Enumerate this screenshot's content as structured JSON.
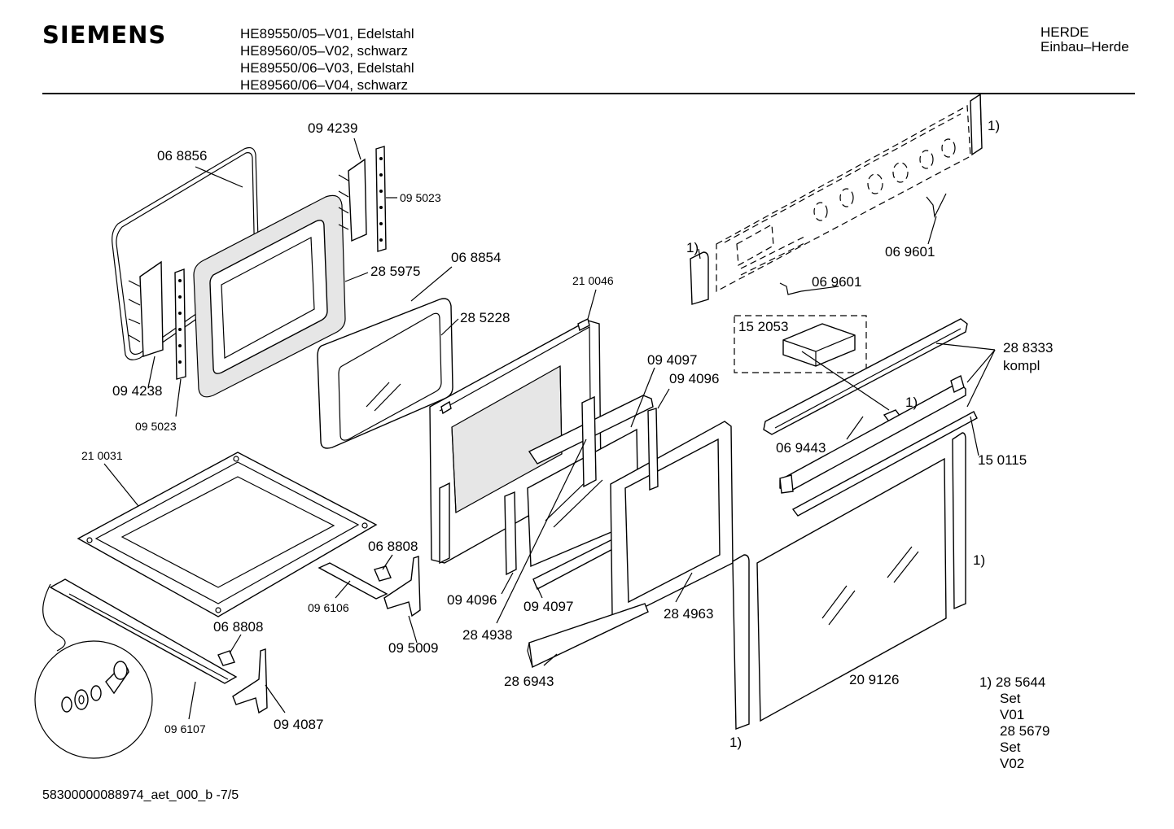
{
  "header": {
    "brand": "SIEMENS",
    "models": [
      "HE89550/05–V01, Edelstahl",
      "HE89560/05–V02, schwarz",
      "HE89550/06–V03, Edelstahl",
      "HE89560/06–V04, schwarz"
    ],
    "category": "HERDE",
    "subcategory": "Einbau–Herde"
  },
  "parts": [
    {
      "id": "p1",
      "label": "06 8856"
    },
    {
      "id": "p2",
      "label": "09 4239"
    },
    {
      "id": "p3",
      "label": "09 5023"
    },
    {
      "id": "p4",
      "label": "28 5975"
    },
    {
      "id": "p5",
      "label": "06 8854"
    },
    {
      "id": "p6",
      "label": "28 5228"
    },
    {
      "id": "p7",
      "label": "21 0046"
    },
    {
      "id": "p8",
      "label": "09 4238"
    },
    {
      "id": "p9",
      "label": "09 5023"
    },
    {
      "id": "p10",
      "label": "21 0031"
    },
    {
      "id": "p11",
      "label": "06 8808"
    },
    {
      "id": "p12",
      "label": "09 6106"
    },
    {
      "id": "p13",
      "label": "09 5009"
    },
    {
      "id": "p14",
      "label": "06 8808"
    },
    {
      "id": "p15",
      "label": "09 4087"
    },
    {
      "id": "p16",
      "label": "09 6107"
    },
    {
      "id": "p17",
      "label": "09 4097"
    },
    {
      "id": "p18",
      "label": "09 4096"
    },
    {
      "id": "p19",
      "label": "09 4096"
    },
    {
      "id": "p20",
      "label": "09 4097"
    },
    {
      "id": "p21",
      "label": "28 4938"
    },
    {
      "id": "p22",
      "label": "28 4963"
    },
    {
      "id": "p23",
      "label": "28 6943"
    },
    {
      "id": "p24",
      "label": "06 9601"
    },
    {
      "id": "p25",
      "label": "06 9601"
    },
    {
      "id": "p26",
      "label": "15 2053"
    },
    {
      "id": "p27",
      "label": "28 8333"
    },
    {
      "id": "p28",
      "label": "kompl"
    },
    {
      "id": "p29",
      "label": "06 9443"
    },
    {
      "id": "p30",
      "label": "15 0115"
    },
    {
      "id": "p31",
      "label": "20 9126"
    }
  ],
  "refs": {
    "r1": "1)",
    "r2": "1)",
    "r3": "1)",
    "r4": "1)",
    "r5": "1)"
  },
  "note": {
    "marker": "1)",
    "lines": [
      "28 5644",
      "Set",
      "V01",
      "28 5679",
      "Set",
      "V02"
    ]
  },
  "footer": {
    "doc_id": "58300000088974_aet_000_b -7/5"
  }
}
